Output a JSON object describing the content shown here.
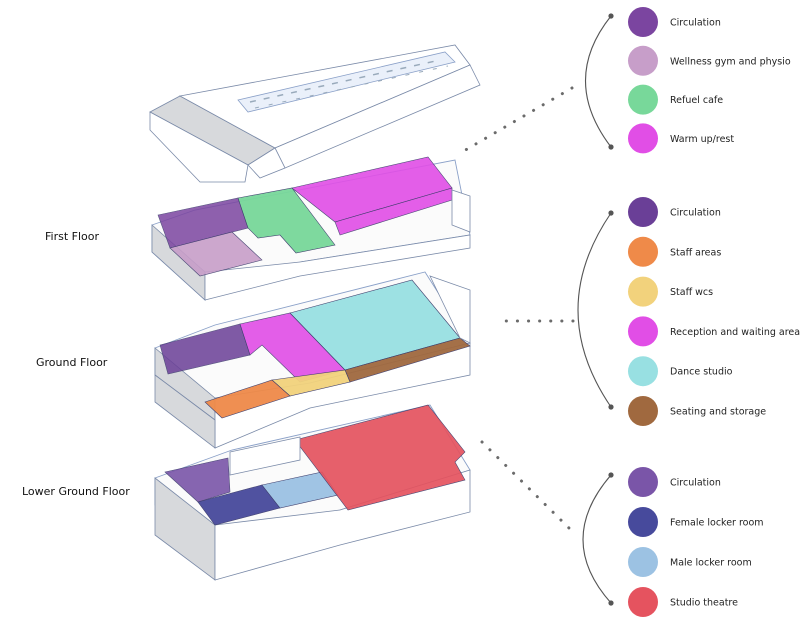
{
  "floors": {
    "roof": {
      "label": ""
    },
    "first": {
      "label": "First Floor"
    },
    "ground": {
      "label": "Ground Floor"
    },
    "lower": {
      "label": "Lower Ground Floor"
    }
  },
  "legends": {
    "first": [
      {
        "label": "Circulation",
        "color": "#7b45a0"
      },
      {
        "label": "Wellness gym and physio",
        "color": "#c79ec9"
      },
      {
        "label": "Refuel cafe",
        "color": "#78d89a"
      },
      {
        "label": "Warm up/rest",
        "color": "#e14ee6"
      }
    ],
    "ground": [
      {
        "label": "Circulation",
        "color": "#6a3f97"
      },
      {
        "label": "Staff areas",
        "color": "#ef8a49"
      },
      {
        "label": "Staff wcs",
        "color": "#f2d27c"
      },
      {
        "label": "Reception and waiting area",
        "color": "#e14ee6"
      },
      {
        "label": "Dance studio",
        "color": "#98e0e2"
      },
      {
        "label": "Seating and storage",
        "color": "#a0693f"
      }
    ],
    "lower": [
      {
        "label": "Circulation",
        "color": "#7a55a8"
      },
      {
        "label": "Female locker room",
        "color": "#474a9c"
      },
      {
        "label": "Male locker room",
        "color": "#9cc2e3"
      },
      {
        "label": "Studio theatre",
        "color": "#e5535f"
      }
    ]
  }
}
